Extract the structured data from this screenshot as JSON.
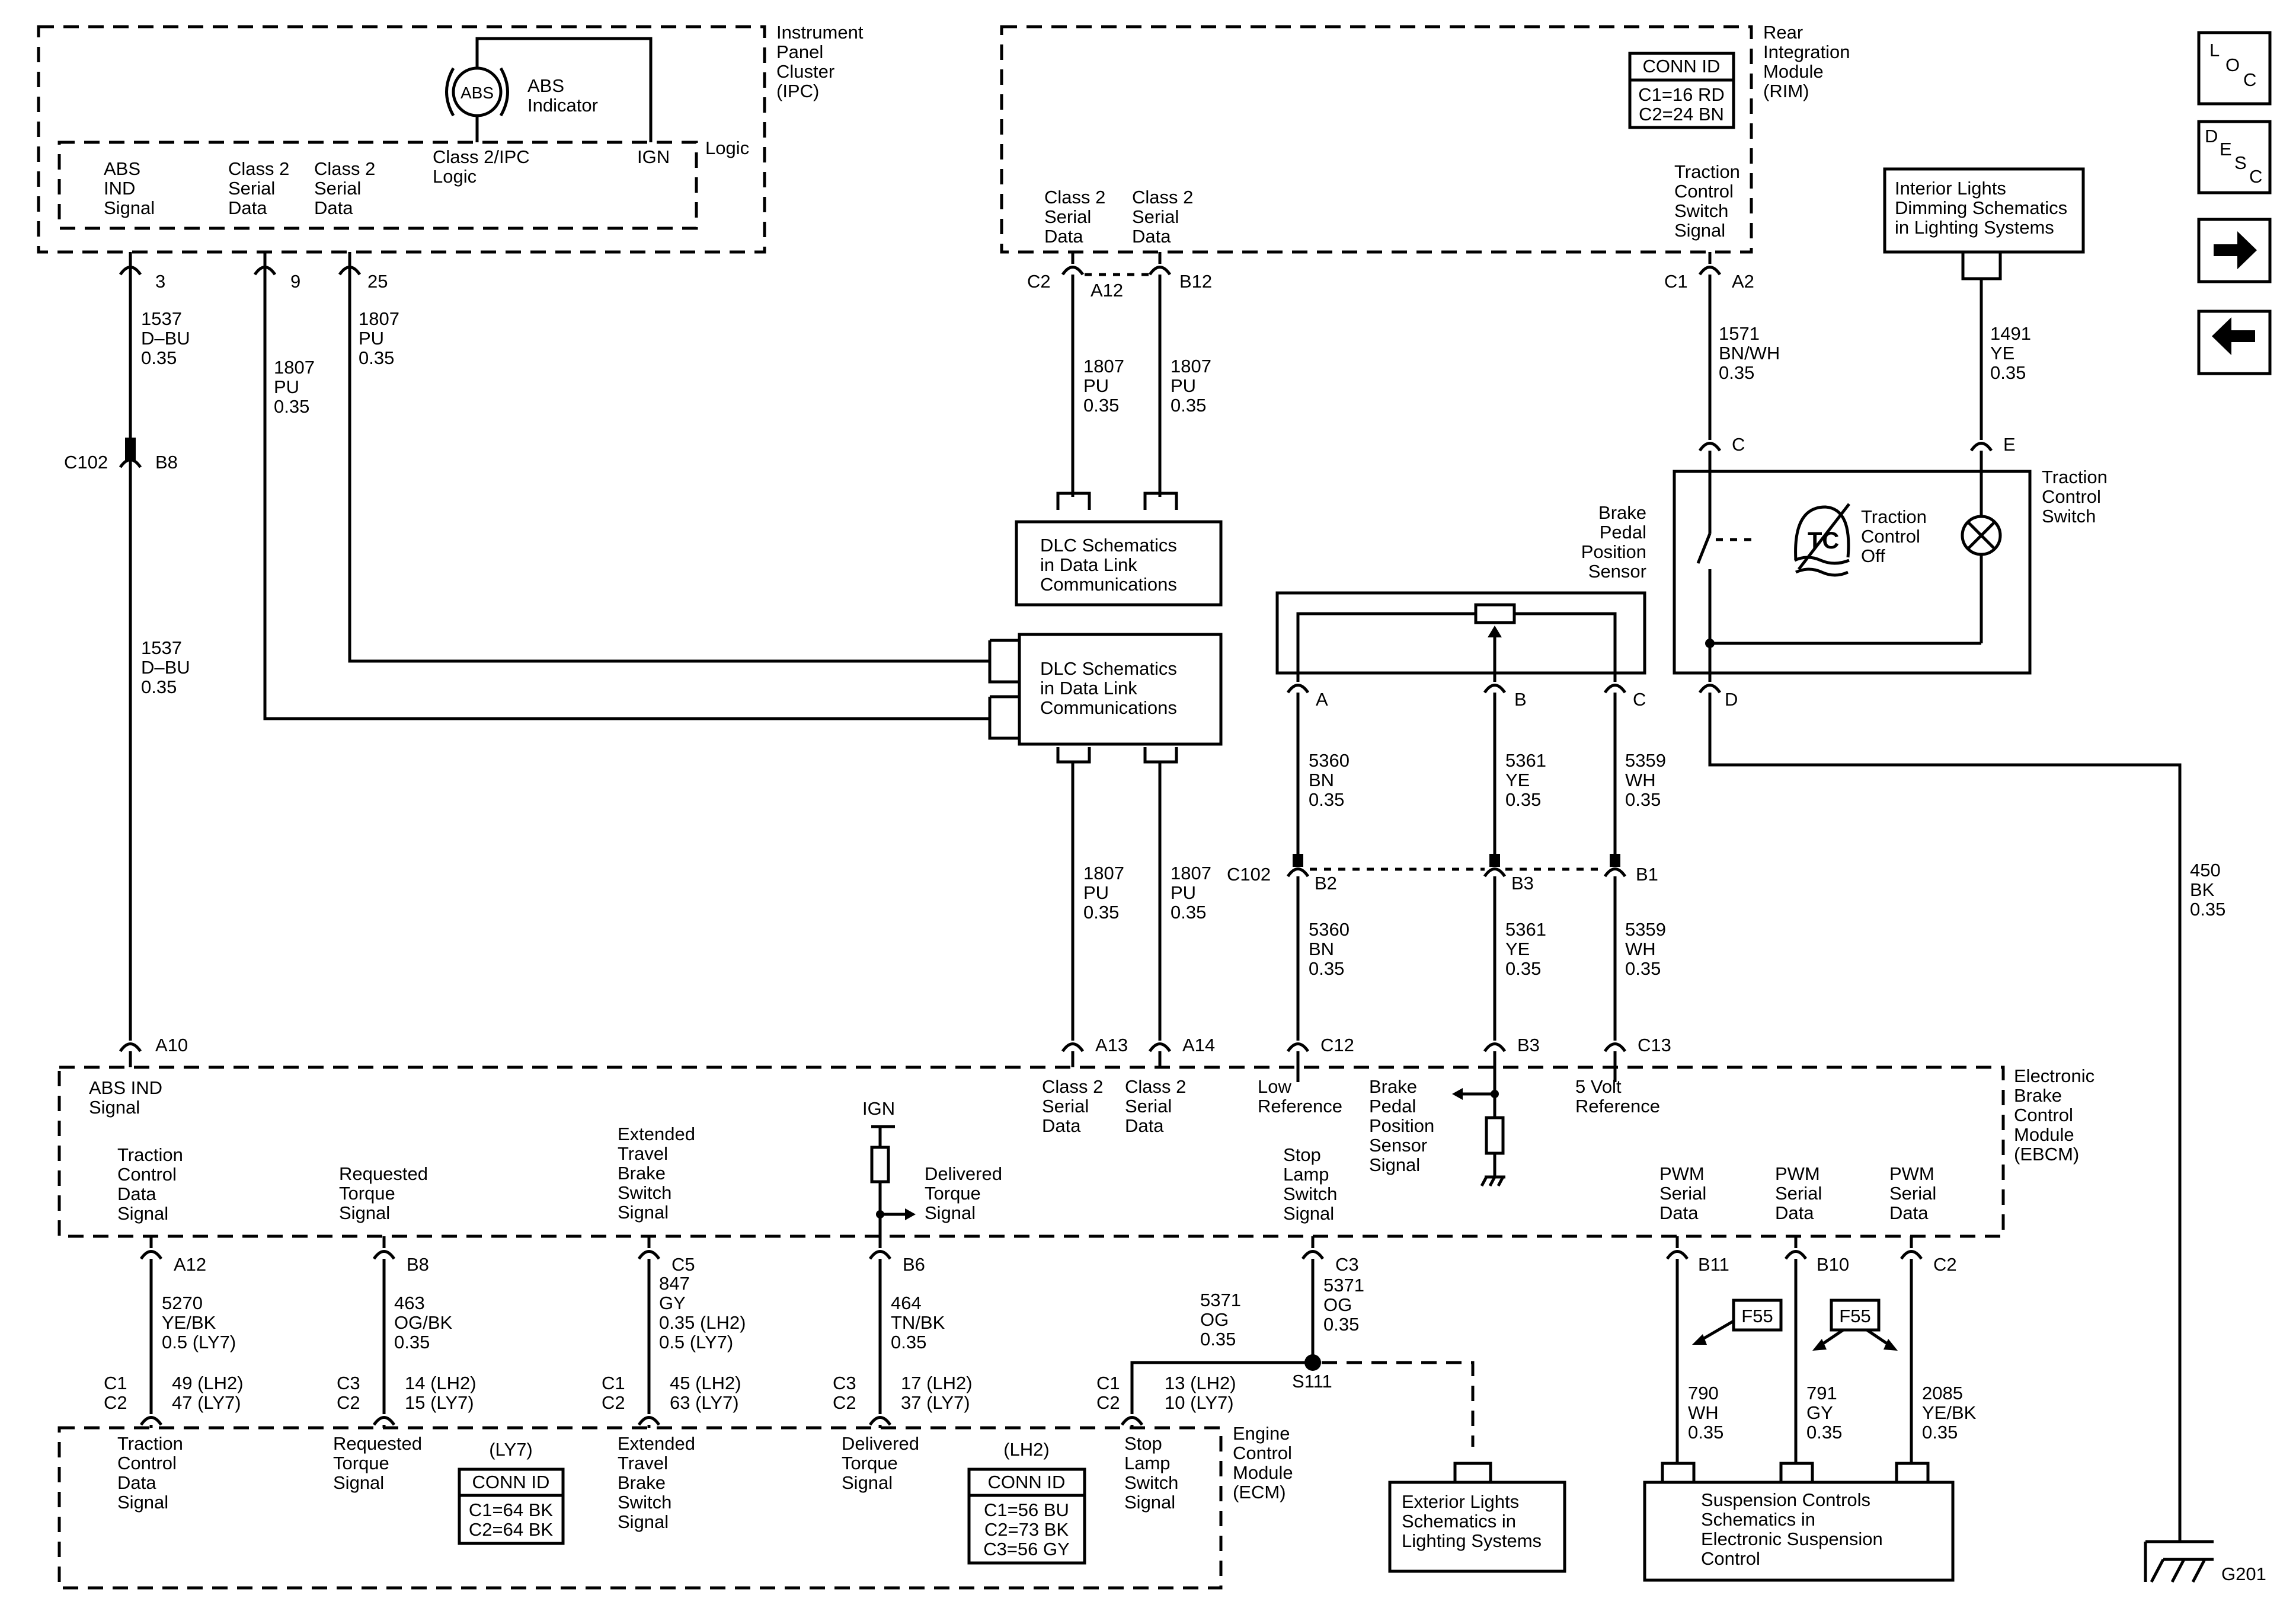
{
  "modules": {
    "ipc": {
      "name": [
        "Instrument",
        "Panel",
        "Cluster",
        "(IPC)"
      ],
      "indicator": [
        "ABS",
        "Indicator"
      ],
      "abs_symbol": "ABS",
      "logic": "Logic",
      "class2_ipc": [
        "Class 2/IPC",
        "Logic"
      ],
      "ign": "IGN",
      "pins": [
        [
          "ABS",
          "IND",
          "Signal"
        ],
        [
          "Class 2",
          "Serial",
          "Data"
        ],
        [
          "Class 2",
          "Serial",
          "Data"
        ]
      ]
    },
    "rim": {
      "name": [
        "Rear",
        "Integration",
        "Module",
        "(RIM)"
      ],
      "conn_title": "CONN ID",
      "conn_rows": [
        "C1=16 RD",
        "C2=24 BN"
      ],
      "pins": [
        [
          "Class 2",
          "Serial",
          "Data"
        ],
        [
          "Class 2",
          "Serial",
          "Data"
        ],
        [
          "Traction",
          "Control",
          "Switch",
          "Signal"
        ]
      ]
    },
    "ebcm": {
      "name": [
        "Electronic",
        "Brake",
        "Control",
        "Module",
        "(EBCM)"
      ],
      "abs_ind": [
        "ABS IND",
        "Signal"
      ],
      "class2_a": [
        "Class 2",
        "Serial",
        "Data"
      ],
      "class2_b": [
        "Class 2",
        "Serial",
        "Data"
      ],
      "low_ref": [
        "Low",
        "Reference"
      ],
      "bpp_signal": [
        "Brake",
        "Pedal",
        "Position",
        "Sensor",
        "Signal"
      ],
      "five_volt": [
        "5 Volt",
        "Reference"
      ],
      "tc_data": [
        "Traction",
        "Control",
        "Data",
        "Signal"
      ],
      "req_torque": [
        "Requested",
        "Torque",
        "Signal"
      ],
      "ext_travel": [
        "Extended",
        "Travel",
        "Brake",
        "Switch",
        "Signal"
      ],
      "ign": "IGN",
      "delivered": [
        "Delivered",
        "Torque",
        "Signal"
      ],
      "stop_lamp": [
        "Stop",
        "Lamp",
        "Switch",
        "Signal"
      ],
      "pwm": [
        "PWM",
        "Serial",
        "Data"
      ]
    },
    "ecm": {
      "name": [
        "Engine",
        "Control",
        "Module",
        "(ECM)"
      ],
      "tc_data": [
        "Traction",
        "Control",
        "Data",
        "Signal"
      ],
      "req_torque": [
        "Requested",
        "Torque",
        "Signal"
      ],
      "ext_travel": [
        "Extended",
        "Travel",
        "Brake",
        "Switch",
        "Signal"
      ],
      "delivered": [
        "Delivered",
        "Torque",
        "Signal"
      ],
      "stop_lamp": [
        "Stop",
        "Lamp",
        "Switch",
        "Signal"
      ],
      "ly7_title": "(LY7)",
      "ly7_conn": "CONN ID",
      "ly7_rows": [
        "C1=64 BK",
        "C2=64 BK"
      ],
      "lh2_title": "(LH2)",
      "lh2_conn": "CONN ID",
      "lh2_rows": [
        "C1=56 BU",
        "C2=73 BK",
        "C3=56 GY"
      ]
    },
    "bpp": {
      "name": [
        "Brake",
        "Pedal",
        "Position",
        "Sensor"
      ]
    },
    "tcs": {
      "name": [
        "Traction",
        "Control",
        "Switch"
      ],
      "label": [
        "Traction",
        "Control",
        "Off"
      ]
    }
  },
  "refs": {
    "dlc_upper": [
      "DLC Schematics",
      "in Data Link",
      "Communications"
    ],
    "dlc_lower": [
      "DLC Schematics",
      "in Data Link",
      "Communications"
    ],
    "interior": [
      "Interior Lights",
      "Dimming Schematics",
      "in Lighting Systems"
    ],
    "exterior": [
      "Exterior Lights",
      "Schematics in",
      "Lighting Systems"
    ],
    "suspension": [
      "Suspension Controls",
      "Schematics in",
      "Electronic Suspension",
      "Control"
    ],
    "f55": "F55"
  },
  "wires": {
    "w1537a": [
      "1537",
      "D–BU",
      "0.35"
    ],
    "w1537b": [
      "1537",
      "D–BU",
      "0.35"
    ],
    "w1807_9": [
      "1807",
      "PU",
      "0.35"
    ],
    "w1807_25": [
      "1807",
      "PU",
      "0.35"
    ],
    "w1807_a12": [
      "1807",
      "PU",
      "0.35"
    ],
    "w1807_b12": [
      "1807",
      "PU",
      "0.35"
    ],
    "w1807_a13": [
      "1807",
      "PU",
      "0.35"
    ],
    "w1807_a14": [
      "1807",
      "PU",
      "0.35"
    ],
    "w1571": [
      "1571",
      "BN/WH",
      "0.35"
    ],
    "w1491": [
      "1491",
      "YE",
      "0.35"
    ],
    "w450": [
      "450",
      "BK",
      "0.35"
    ],
    "w5360a": [
      "5360",
      "BN",
      "0.35"
    ],
    "w5361a": [
      "5361",
      "YE",
      "0.35"
    ],
    "w5359a": [
      "5359",
      "WH",
      "0.35"
    ],
    "w5360b": [
      "5360",
      "BN",
      "0.35"
    ],
    "w5361b": [
      "5361",
      "YE",
      "0.35"
    ],
    "w5359b": [
      "5359",
      "WH",
      "0.35"
    ],
    "w5270": [
      "5270",
      "YE/BK",
      "0.5 (LY7)"
    ],
    "w463": [
      "463",
      "OG/BK",
      "0.35"
    ],
    "w847": [
      "847",
      "GY",
      "0.35 (LH2)",
      "0.5 (LY7)"
    ],
    "w464": [
      "464",
      "TN/BK",
      "0.35"
    ],
    "w5371a": [
      "5371",
      "OG",
      "0.35"
    ],
    "w5371b": [
      "5371",
      "OG",
      "0.35"
    ],
    "w790": [
      "790",
      "WH",
      "0.35"
    ],
    "w791": [
      "791",
      "GY",
      "0.35"
    ],
    "w2085": [
      "2085",
      "YE/BK",
      "0.35"
    ]
  },
  "pins": {
    "ipc3": "3",
    "ipc9": "9",
    "ipc25": "25",
    "c102": "C102",
    "b8": "B8",
    "rim_c2": "C2",
    "rim_a12": "A12",
    "rim_b12": "B12",
    "rim_c1": "C1",
    "rim_a2": "A2",
    "tcs_c": "C",
    "tcs_e": "E",
    "tcs_d": "D",
    "bpp_a": "A",
    "bpp_b": "B",
    "bpp_c": "C",
    "c102b": "C102",
    "b2": "B2",
    "b3": "B3",
    "b1": "B1",
    "a10": "A10",
    "a13": "A13",
    "a14": "A14",
    "c12": "C12",
    "b3e": "B3",
    "c13": "C13",
    "a12": "A12",
    "b8e": "B8",
    "c5": "C5",
    "b6": "B6",
    "c3": "C3",
    "b11": "B11",
    "b10": "B10",
    "c2": "C2",
    "s111": "S111",
    "g201": "G201",
    "ecm1": [
      "C1",
      "C2",
      "49 (LH2)",
      "47 (LY7)"
    ],
    "ecm2": [
      "C3",
      "C2",
      "14 (LH2)",
      "15 (LY7)"
    ],
    "ecm3": [
      "C1",
      "C2",
      "45 (LH2)",
      "63 (LY7)"
    ],
    "ecm4": [
      "C3",
      "C2",
      "17 (LH2)",
      "37 (LY7)"
    ],
    "ecm5": [
      "C1",
      "C2",
      "13 (LH2)",
      "10 (LY7)"
    ]
  },
  "nav": {
    "loc": [
      "L",
      "O",
      "C"
    ],
    "desc": [
      "D",
      "E",
      "S",
      "C"
    ]
  }
}
